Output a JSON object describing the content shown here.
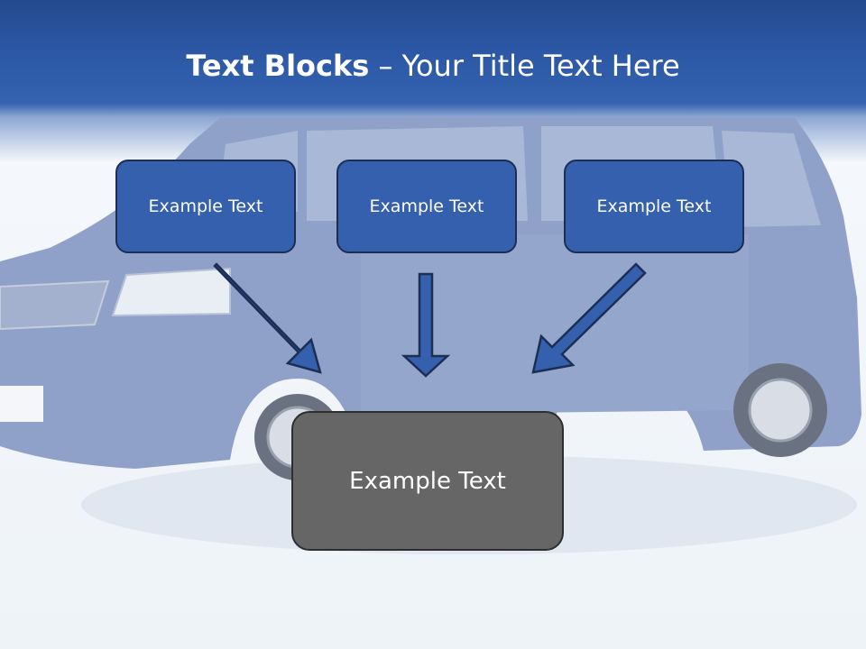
{
  "title": {
    "bold": "Text Blocks",
    "separator": " – ",
    "rest": "Your Title Text Here"
  },
  "blocks": {
    "top": [
      "Example Text",
      "Example Text",
      "Example Text"
    ],
    "bottom": "Example Text"
  },
  "colors": {
    "banner": "#2c58a6",
    "block_fill": "#3460ad",
    "block_border": "#1b2f55",
    "bottom_fill": "#666666",
    "arrow": "#3460ad",
    "van_body": "#8fa1c8"
  }
}
